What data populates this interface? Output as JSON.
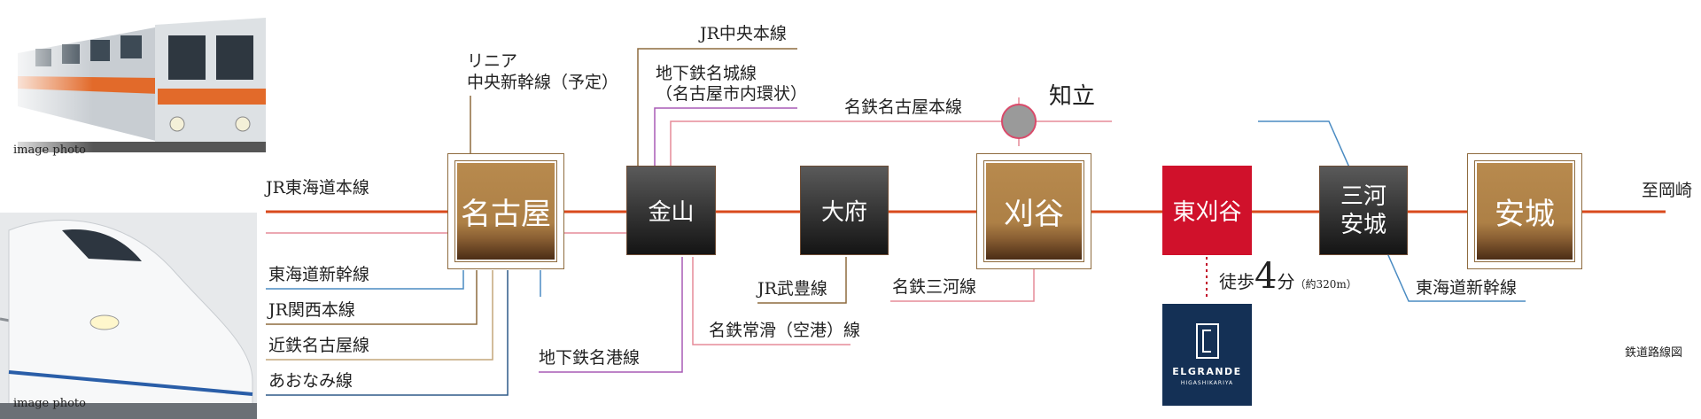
{
  "photos": {
    "top_caption": "image photo",
    "bottom_caption": "image photo"
  },
  "lines": {
    "jr_tokaido": "JR東海道本線",
    "linear": "リニア",
    "linear2": "中央新幹線（予定）",
    "jr_chuo": "JR中央本線",
    "meijo1": "地下鉄名城線",
    "meijo2": "（名古屋市内環状）",
    "meitetsu_nagoya": "名鉄名古屋本線",
    "tokaido_shinkansen_left": "東海道新幹線",
    "jr_kansai": "JR関西本線",
    "kintetsu": "近鉄名古屋線",
    "aonami": "あおなみ線",
    "jr_bufu": "JR武豊線",
    "meitetsu_mikawa": "名鉄三河線",
    "meitetsu_tokoname": "名鉄常滑（空港）線",
    "meiko": "地下鉄名港線",
    "tokaido_shinkansen_right": "東海道新幹線",
    "to_okazaki": "至岡崎"
  },
  "stations": {
    "nagoya": "名古屋",
    "kanayama": "金山",
    "obu": "大府",
    "kariya": "刈谷",
    "higashi_kariya": "東刈谷",
    "mikawa_anjo_1": "三河",
    "mikawa_anjo_2": "安城",
    "anjo": "安城",
    "chiryu": "知立"
  },
  "walk": {
    "prefix": "徒歩",
    "minutes": "4",
    "unit": "分",
    "distance": "（約320m）"
  },
  "logo": {
    "name": "ELGRANDE",
    "sub": "HIGASHIKARIYA"
  },
  "caption": "鉄道路線図",
  "colors": {
    "jr_tokaido": "#d94a1c",
    "meitetsu": "#e58b99",
    "shinkansen": "#4a8bc2",
    "meijo": "#a85bb5",
    "brown": "#8e6b3e",
    "aonami": "#2f5a88",
    "station_red": "#d0112b"
  }
}
